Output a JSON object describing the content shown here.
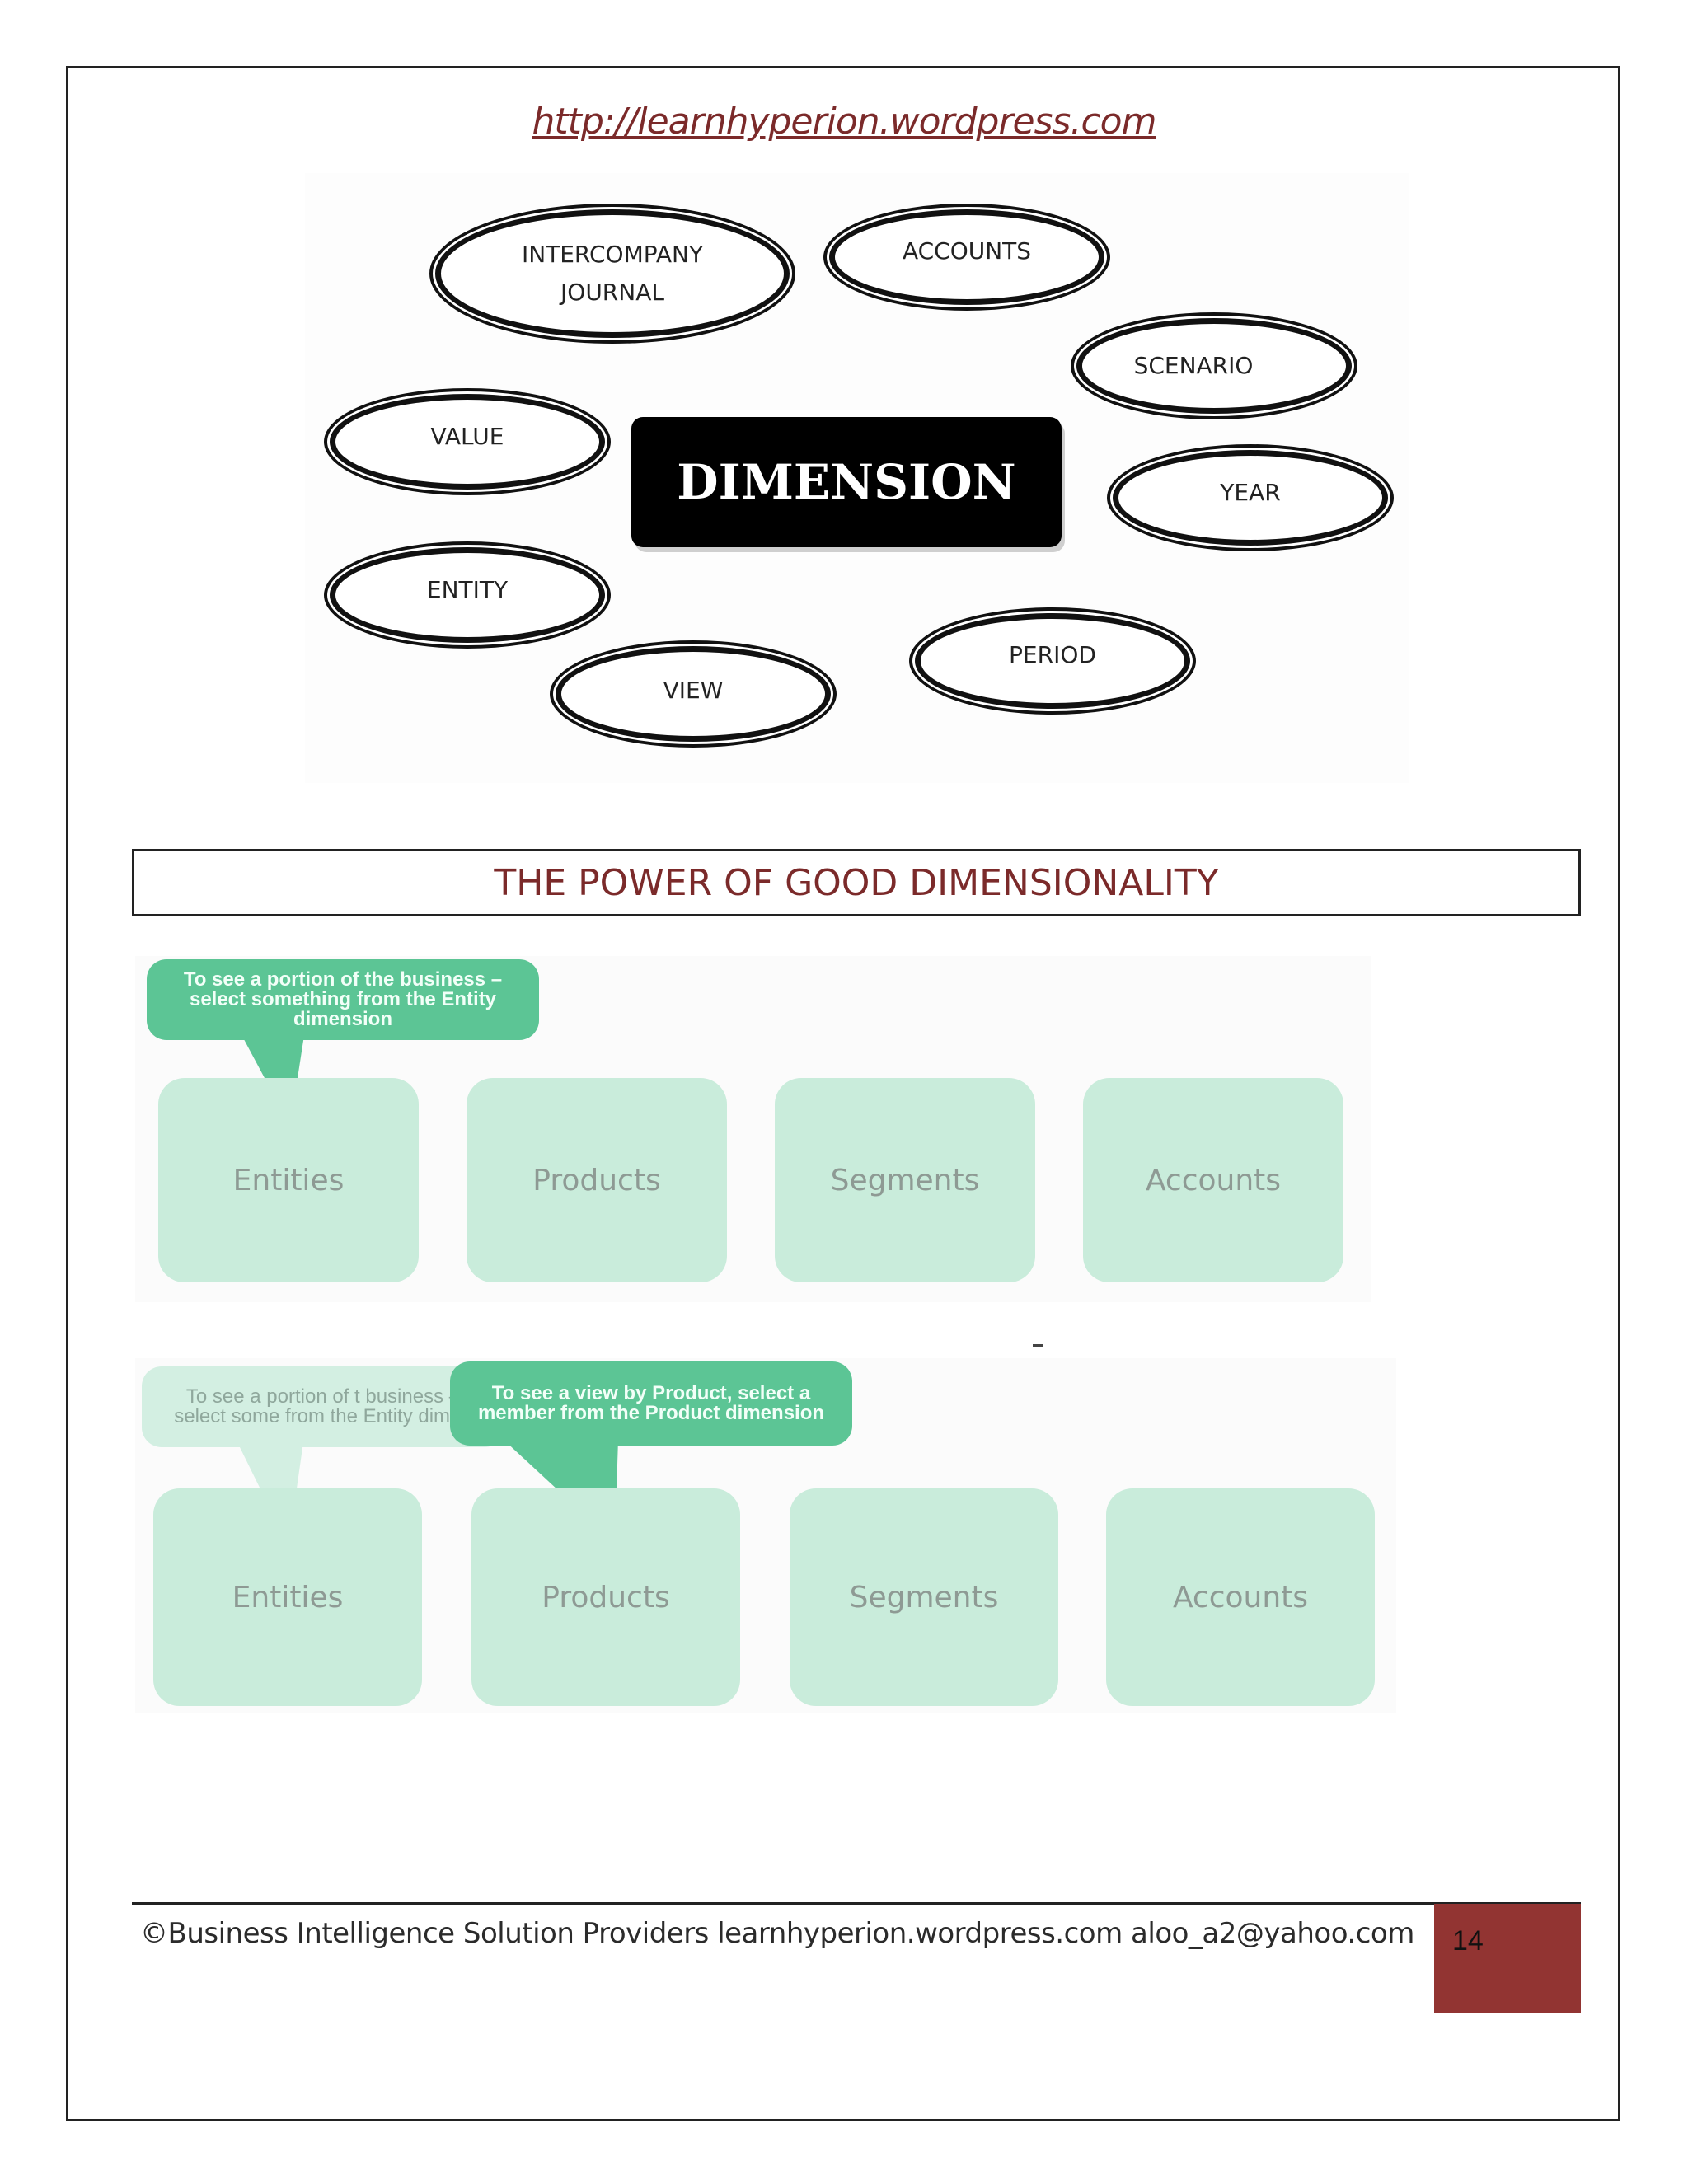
{
  "header": {
    "url": "http://learnhyperion.wordpress.com"
  },
  "diagram": {
    "center_label": "DIMENSION",
    "nodes": [
      {
        "id": "intercompany",
        "line1": "INTERCOMPANY",
        "line2": "JOURNAL"
      },
      {
        "id": "accounts",
        "line1": "ACCOUNTS"
      },
      {
        "id": "scenario",
        "line1": "SCENARIO"
      },
      {
        "id": "value",
        "line1": "VALUE"
      },
      {
        "id": "year",
        "line1": "YEAR"
      },
      {
        "id": "entity",
        "line1": "ENTITY"
      },
      {
        "id": "period",
        "line1": "PERIOD"
      },
      {
        "id": "view",
        "line1": "VIEW"
      }
    ]
  },
  "section": {
    "title": "THE POWER OF GOOD DIMENSIONALITY"
  },
  "figure1": {
    "callout": "To see a portion of the business – select something from the Entity dimension",
    "boxes": [
      "Entities",
      "Products",
      "Segments",
      "Accounts"
    ]
  },
  "figure2": {
    "callout_faded": "To see a portion of t business – select some from the Entity dimen",
    "callout": "To see a view by Product, select a member from the Product dimension",
    "boxes": [
      "Entities",
      "Products",
      "Segments",
      "Accounts"
    ]
  },
  "footer": {
    "text": "©Business Intelligence Solution Providers learnhyperion.wordpress.com aloo_a2@yahoo.com",
    "page_number": "14",
    "accent_color": "#923432"
  },
  "colors": {
    "heading": "#7b2a2a",
    "callout": "#5cc595",
    "box": "#c9ecdb"
  }
}
